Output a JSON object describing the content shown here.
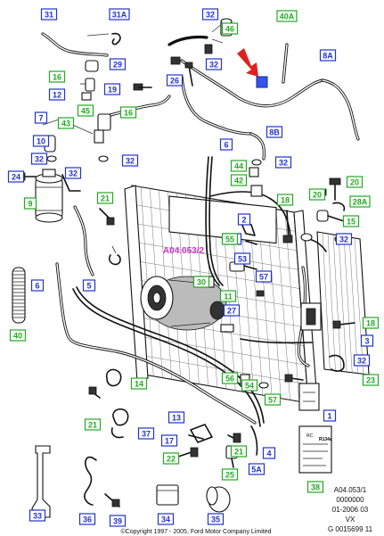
{
  "diagram": {
    "highlight_label": "A04.053/2",
    "copyright": "©Copyright 1997 - 2005, Ford Motor Company Limited",
    "ref_lines": [
      "A04.053/1",
      "0000000",
      "01-2006 03",
      "VX",
      "G 0015699 11"
    ],
    "label_card": {
      "line1": "RC",
      "line2": "R134a"
    },
    "colors": {
      "callout_blue": "#2233cc",
      "callout_green": "#22aa22",
      "highlight_text": "#cc33cc",
      "arrow": "#e02020",
      "marker": "#3355ee"
    },
    "callouts": [
      {
        "id": "31",
        "color": "blue"
      },
      {
        "id": "31A",
        "color": "blue"
      },
      {
        "id": "32",
        "color": "blue"
      },
      {
        "id": "46",
        "color": "green"
      },
      {
        "id": "40A",
        "color": "green"
      },
      {
        "id": "8A",
        "color": "blue"
      },
      {
        "id": "29",
        "color": "blue"
      },
      {
        "id": "32",
        "color": "blue"
      },
      {
        "id": "16",
        "color": "green"
      },
      {
        "id": "26",
        "color": "blue"
      },
      {
        "id": "19",
        "color": "blue"
      },
      {
        "id": "12",
        "color": "blue"
      },
      {
        "id": "45",
        "color": "green"
      },
      {
        "id": "16",
        "color": "green"
      },
      {
        "id": "7",
        "color": "blue"
      },
      {
        "id": "43",
        "color": "green"
      },
      {
        "id": "8B",
        "color": "blue"
      },
      {
        "id": "10",
        "color": "blue"
      },
      {
        "id": "6",
        "color": "blue"
      },
      {
        "id": "32",
        "color": "blue"
      },
      {
        "id": "32",
        "color": "blue"
      },
      {
        "id": "44",
        "color": "green"
      },
      {
        "id": "32",
        "color": "blue"
      },
      {
        "id": "24",
        "color": "blue"
      },
      {
        "id": "32",
        "color": "blue"
      },
      {
        "id": "42",
        "color": "green"
      },
      {
        "id": "20",
        "color": "green"
      },
      {
        "id": "20",
        "color": "green"
      },
      {
        "id": "28A",
        "color": "green"
      },
      {
        "id": "9",
        "color": "green"
      },
      {
        "id": "21",
        "color": "green"
      },
      {
        "id": "18",
        "color": "green"
      },
      {
        "id": "15",
        "color": "green"
      },
      {
        "id": "2",
        "color": "blue"
      },
      {
        "id": "32",
        "color": "blue"
      },
      {
        "id": "32",
        "color": "blue"
      },
      {
        "id": "55",
        "color": "green"
      },
      {
        "id": "53",
        "color": "blue"
      },
      {
        "id": "6",
        "color": "blue"
      },
      {
        "id": "5",
        "color": "blue"
      },
      {
        "id": "57",
        "color": "blue"
      },
      {
        "id": "30",
        "color": "green"
      },
      {
        "id": "11",
        "color": "green"
      },
      {
        "id": "27",
        "color": "blue"
      },
      {
        "id": "18",
        "color": "green"
      },
      {
        "id": "40",
        "color": "green"
      },
      {
        "id": "3",
        "color": "blue"
      },
      {
        "id": "32",
        "color": "blue"
      },
      {
        "id": "14",
        "color": "green"
      },
      {
        "id": "56",
        "color": "green"
      },
      {
        "id": "54",
        "color": "green"
      },
      {
        "id": "23",
        "color": "green"
      },
      {
        "id": "57",
        "color": "green"
      },
      {
        "id": "1",
        "color": "blue"
      },
      {
        "id": "21",
        "color": "green"
      },
      {
        "id": "13",
        "color": "blue"
      },
      {
        "id": "4",
        "color": "blue"
      },
      {
        "id": "37",
        "color": "blue"
      },
      {
        "id": "17",
        "color": "blue"
      },
      {
        "id": "21",
        "color": "green"
      },
      {
        "id": "22",
        "color": "green"
      },
      {
        "id": "25",
        "color": "green"
      },
      {
        "id": "5A",
        "color": "blue"
      },
      {
        "id": "38",
        "color": "green"
      },
      {
        "id": "33",
        "color": "blue"
      },
      {
        "id": "36",
        "color": "blue"
      },
      {
        "id": "39",
        "color": "blue"
      },
      {
        "id": "34",
        "color": "blue"
      },
      {
        "id": "35",
        "color": "blue"
      }
    ]
  }
}
